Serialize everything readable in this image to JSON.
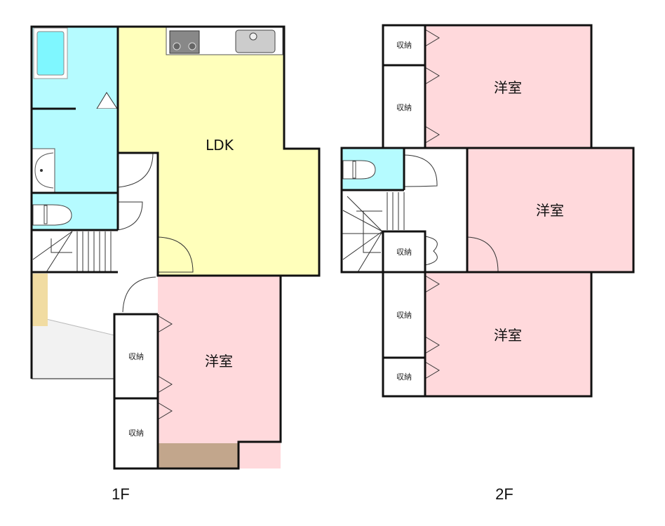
{
  "floors": [
    {
      "label": "1F",
      "rooms": {
        "ldk": "LDK",
        "western": "洋室",
        "storage1": "収納",
        "storage2": "収納"
      }
    },
    {
      "label": "2F",
      "rooms": {
        "western1": "洋室",
        "western2": "洋室",
        "western3": "洋室",
        "storage1": "収納",
        "storage2": "収納",
        "storage3": "収納",
        "storage4": "収納",
        "storage5": "収納"
      }
    }
  ],
  "colors": {
    "wet": "#b5fbff",
    "tub": "#7ff7ff",
    "ldk": "#ffffbb",
    "western": "#ffd9dc",
    "balcony": "#c2a68c",
    "entrance": "#f1dca2"
  }
}
